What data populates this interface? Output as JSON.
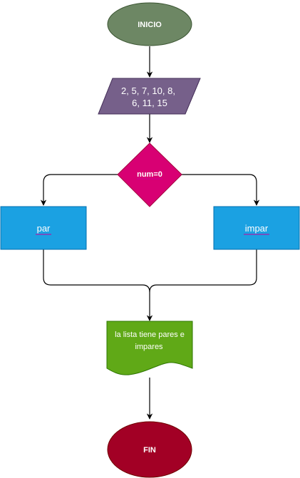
{
  "nodes": {
    "start": {
      "label": "INICIO",
      "fill": "#6d8764",
      "stroke": "#3a5431"
    },
    "data": {
      "line1": "2, 5, 7, 10, 8,",
      "line2": "6, 11, 15",
      "fill": "#76608a",
      "stroke": "#432d57"
    },
    "decision": {
      "label": "num=0",
      "fill": "#d80073",
      "stroke": "#a50040"
    },
    "even": {
      "label": "par",
      "fill": "#1ba1e2",
      "stroke": "#006eaf"
    },
    "odd": {
      "label": "impar",
      "fill": "#1ba1e2",
      "stroke": "#006eaf"
    },
    "output": {
      "line1": "la lista tiene pares e",
      "line2": "impares",
      "fill": "#60a917",
      "stroke": "#2d7600"
    },
    "end": {
      "label": "FIN",
      "fill": "#a20025",
      "stroke": "#6f0000"
    }
  },
  "colors": {
    "edge": "#000000",
    "underline": "#cc0099"
  }
}
